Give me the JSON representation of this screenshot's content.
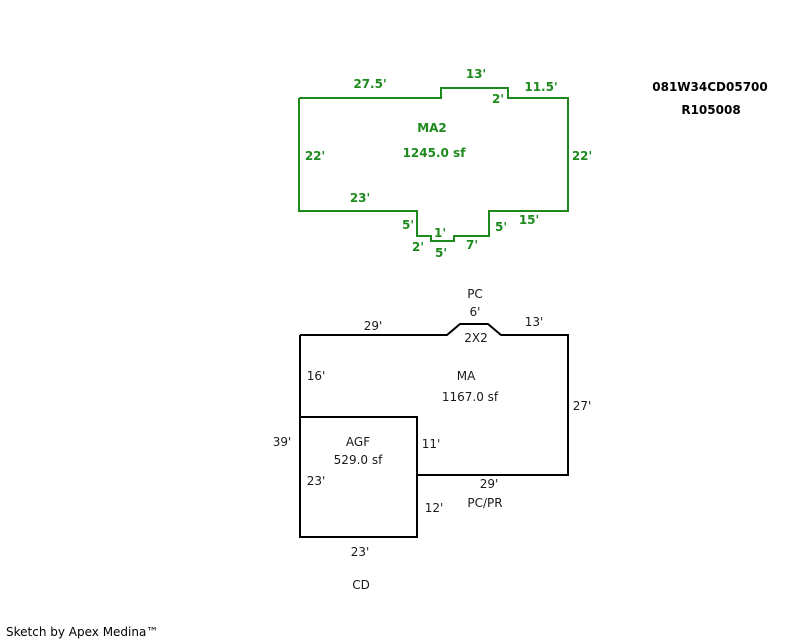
{
  "parcel": {
    "id_line1": "081W34CD05700",
    "id_line2": "R105008"
  },
  "credit": "Sketch by Apex Medina™",
  "upper_sketch": {
    "area_label": "MA2",
    "area_value": "1245.0 sf",
    "dims": {
      "top_left": "27.5'",
      "bump_top": "13'",
      "bump_step": "2'",
      "top_right": "11.5'",
      "left": "22'",
      "right": "22'",
      "bottom_left": "23'",
      "notch_left_drop": "5'",
      "notch_step_left": "2'",
      "notch_step_mid": "1'",
      "notch_bottom": "5'",
      "notch_right_bottom": "7'",
      "notch_right_rise": "5'",
      "bottom_right": "15'"
    }
  },
  "lower_sketch": {
    "pc_label": "PC",
    "pc_size": "6'",
    "pc_dims": "2X2",
    "ma_label": "MA",
    "ma_area": "1167.0 sf",
    "agf_label": "AGF",
    "agf_area": "529.0 sf",
    "pcpr_label": "PC/PR",
    "cd_label": "CD",
    "dims": {
      "top_left": "29'",
      "top_right": "13'",
      "left_upper": "16'",
      "left_total": "39'",
      "right": "27'",
      "inner_vertical": "11'",
      "bottom_right": "29'",
      "agf_left": "23'",
      "agf_right": "12'",
      "agf_bottom": "23'"
    }
  }
}
